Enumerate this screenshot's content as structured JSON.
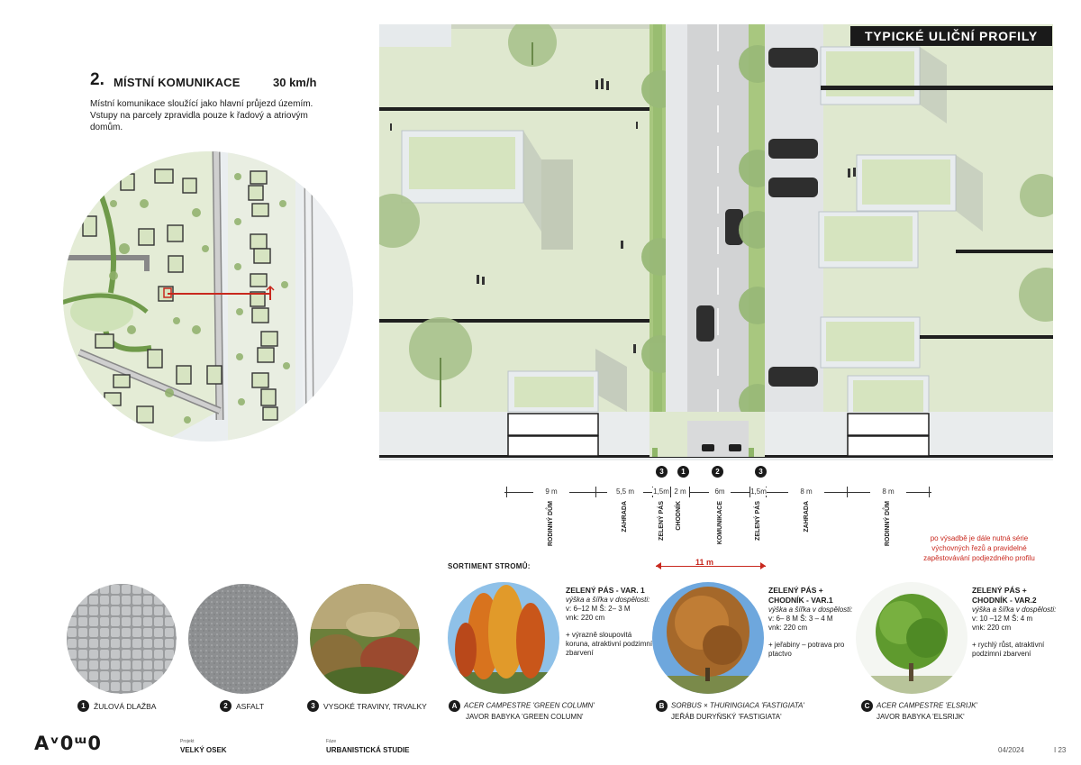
{
  "header": {
    "number": "2.",
    "title": "MÍSTNÍ KOMUNIKACE",
    "speed": "30 km/h",
    "description": "Místní komunikace sloužící jako hlavní průjezd územím. Vstupy na parcely zpravidla pouze k řadový a atriovým domům."
  },
  "profile_tag": "TYPICKÉ ULIČNÍ PROFILY",
  "widths": [
    "9 m",
    "5,5 m",
    "1,5m",
    "2 m",
    "6m",
    "1,5m",
    "8 m",
    "8 m"
  ],
  "badges_row": [
    "3",
    "1",
    "2",
    "3"
  ],
  "zones": [
    "RODINNÝ DŮM",
    "ZAHRADA",
    "ZELENÝ PÁS",
    "CHODNÍK",
    "KOMUNIKACE",
    "ZELENÝ PÁS",
    "ZAHRADA",
    "RODINNÝ DŮM"
  ],
  "note": "po výsadbě je dále nutná série výchovných řezů a pravidelné zapěstovávání podjezdného profilu",
  "span_label": "11 m",
  "sortiment_label": "SORTIMENT STROMŮ:",
  "materials": [
    {
      "num": "1",
      "label": "ŽULOVÁ DLAŽBA"
    },
    {
      "num": "2",
      "label": "ASFALT"
    },
    {
      "num": "3",
      "label": "VYSOKÉ TRAVINY, TRVALKY"
    }
  ],
  "trees": [
    {
      "letter": "A",
      "title": "ZELENÝ PÁS - VAR. 1",
      "sub": "výška a šířka v dospělosti:",
      "size": "v: 6–12 M Š: 2– 3 M",
      "vnk": "vnk: 220 cm",
      "note": "+ výrazně sloupovitá koruna, atraktivní podzimní zbarvení",
      "latin": "ACER CAMPESTRE 'GREEN COLUMN'",
      "czech": "JAVOR BABYKA 'GREEN COLUMN'"
    },
    {
      "letter": "B",
      "title": "ZELENÝ PÁS + CHODNÍK - VAR.1",
      "sub": "výška a šířka v dospělosti:",
      "size": "v: 6– 8 M Š: 3 – 4 M",
      "vnk": "vnk: 220 cm",
      "note": "+ jeřabiny – potrava pro ptactvo",
      "latin": "SORBUS × THURINGIACA 'FASTIGIATA'",
      "czech": "JEŘÁB DURYŇSKÝ 'FASTIGIATA'"
    },
    {
      "letter": "C",
      "title": "ZELENÝ PÁS + CHODNÍK - VAR.2",
      "sub": "výška a šířka v dospělosti:",
      "size": "v: 10 –12 M Š: 4 m",
      "vnk": "vnk: 220 cm",
      "note": "+ rychlý růst, atraktivní podzimní zbarvení",
      "latin": "ACER CAMPESTRE 'ELSRIJK'",
      "czech": "JAVOR BABYKA 'ELSRIJK'"
    }
  ],
  "footer": {
    "logo": "Aᵛ0ᵚ0",
    "project_label": "Projekt",
    "project": "VELKÝ OSEK",
    "phase_label": "Fáze",
    "phase": "URBANISTICKÁ STUDIE",
    "date": "04/2024",
    "page": "I 23"
  },
  "colors": {
    "plan_green": "#dfe8cf",
    "building": "#c9d8b0",
    "road": "#d6d6d6",
    "red": "#c8281e",
    "dark": "#1a1a1a"
  }
}
